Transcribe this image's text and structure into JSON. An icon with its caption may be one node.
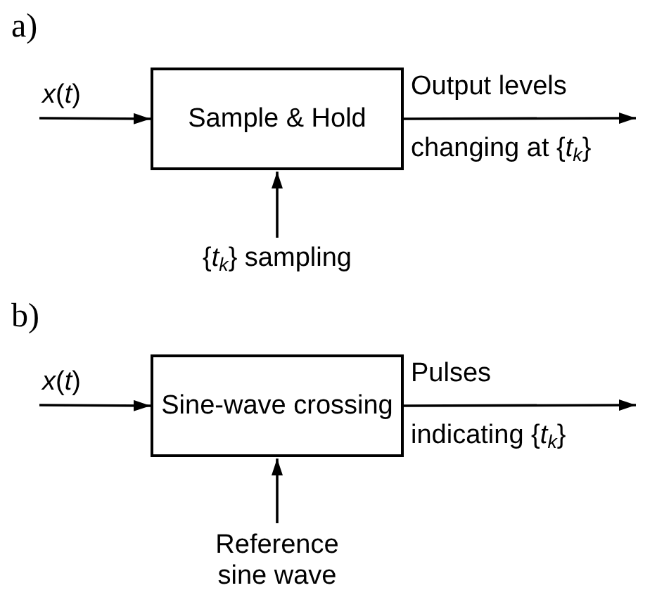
{
  "diagram": {
    "nodes": [
      {
        "text": [
          "Sample & Hold"
        ]
      },
      {
        "text": [
          "{*t*$_{k}$} sampling"
        ]
      },
      {
        "text": [
          "Sine-wave crossing"
        ]
      },
      {
        "text": [
          "Reference sine wave"
        ]
      }
    ],
    "edges": [
      {
        "from": null,
        "to": 0,
        "arrow": "to",
        "label": "*x*(*t*)"
      },
      {
        "from": 0,
        "to": null,
        "arrow": "to",
        "label": "Output levels changing at {*t*$_{k}$}"
      },
      {
        "from": 1,
        "to": 0,
        "arrow": "to"
      },
      {
        "from": null,
        "to": 2,
        "arrow": "to",
        "label": "*x*(*t*)"
      },
      {
        "from": 2,
        "to": null,
        "arrow": "to",
        "label": "Pulses indicating {*t*$_{k}$}"
      },
      {
        "from": 3,
        "to": 2,
        "arrow": "to"
      }
    ],
    "labels": [
      "a)",
      "b)"
    ]
  }
}
